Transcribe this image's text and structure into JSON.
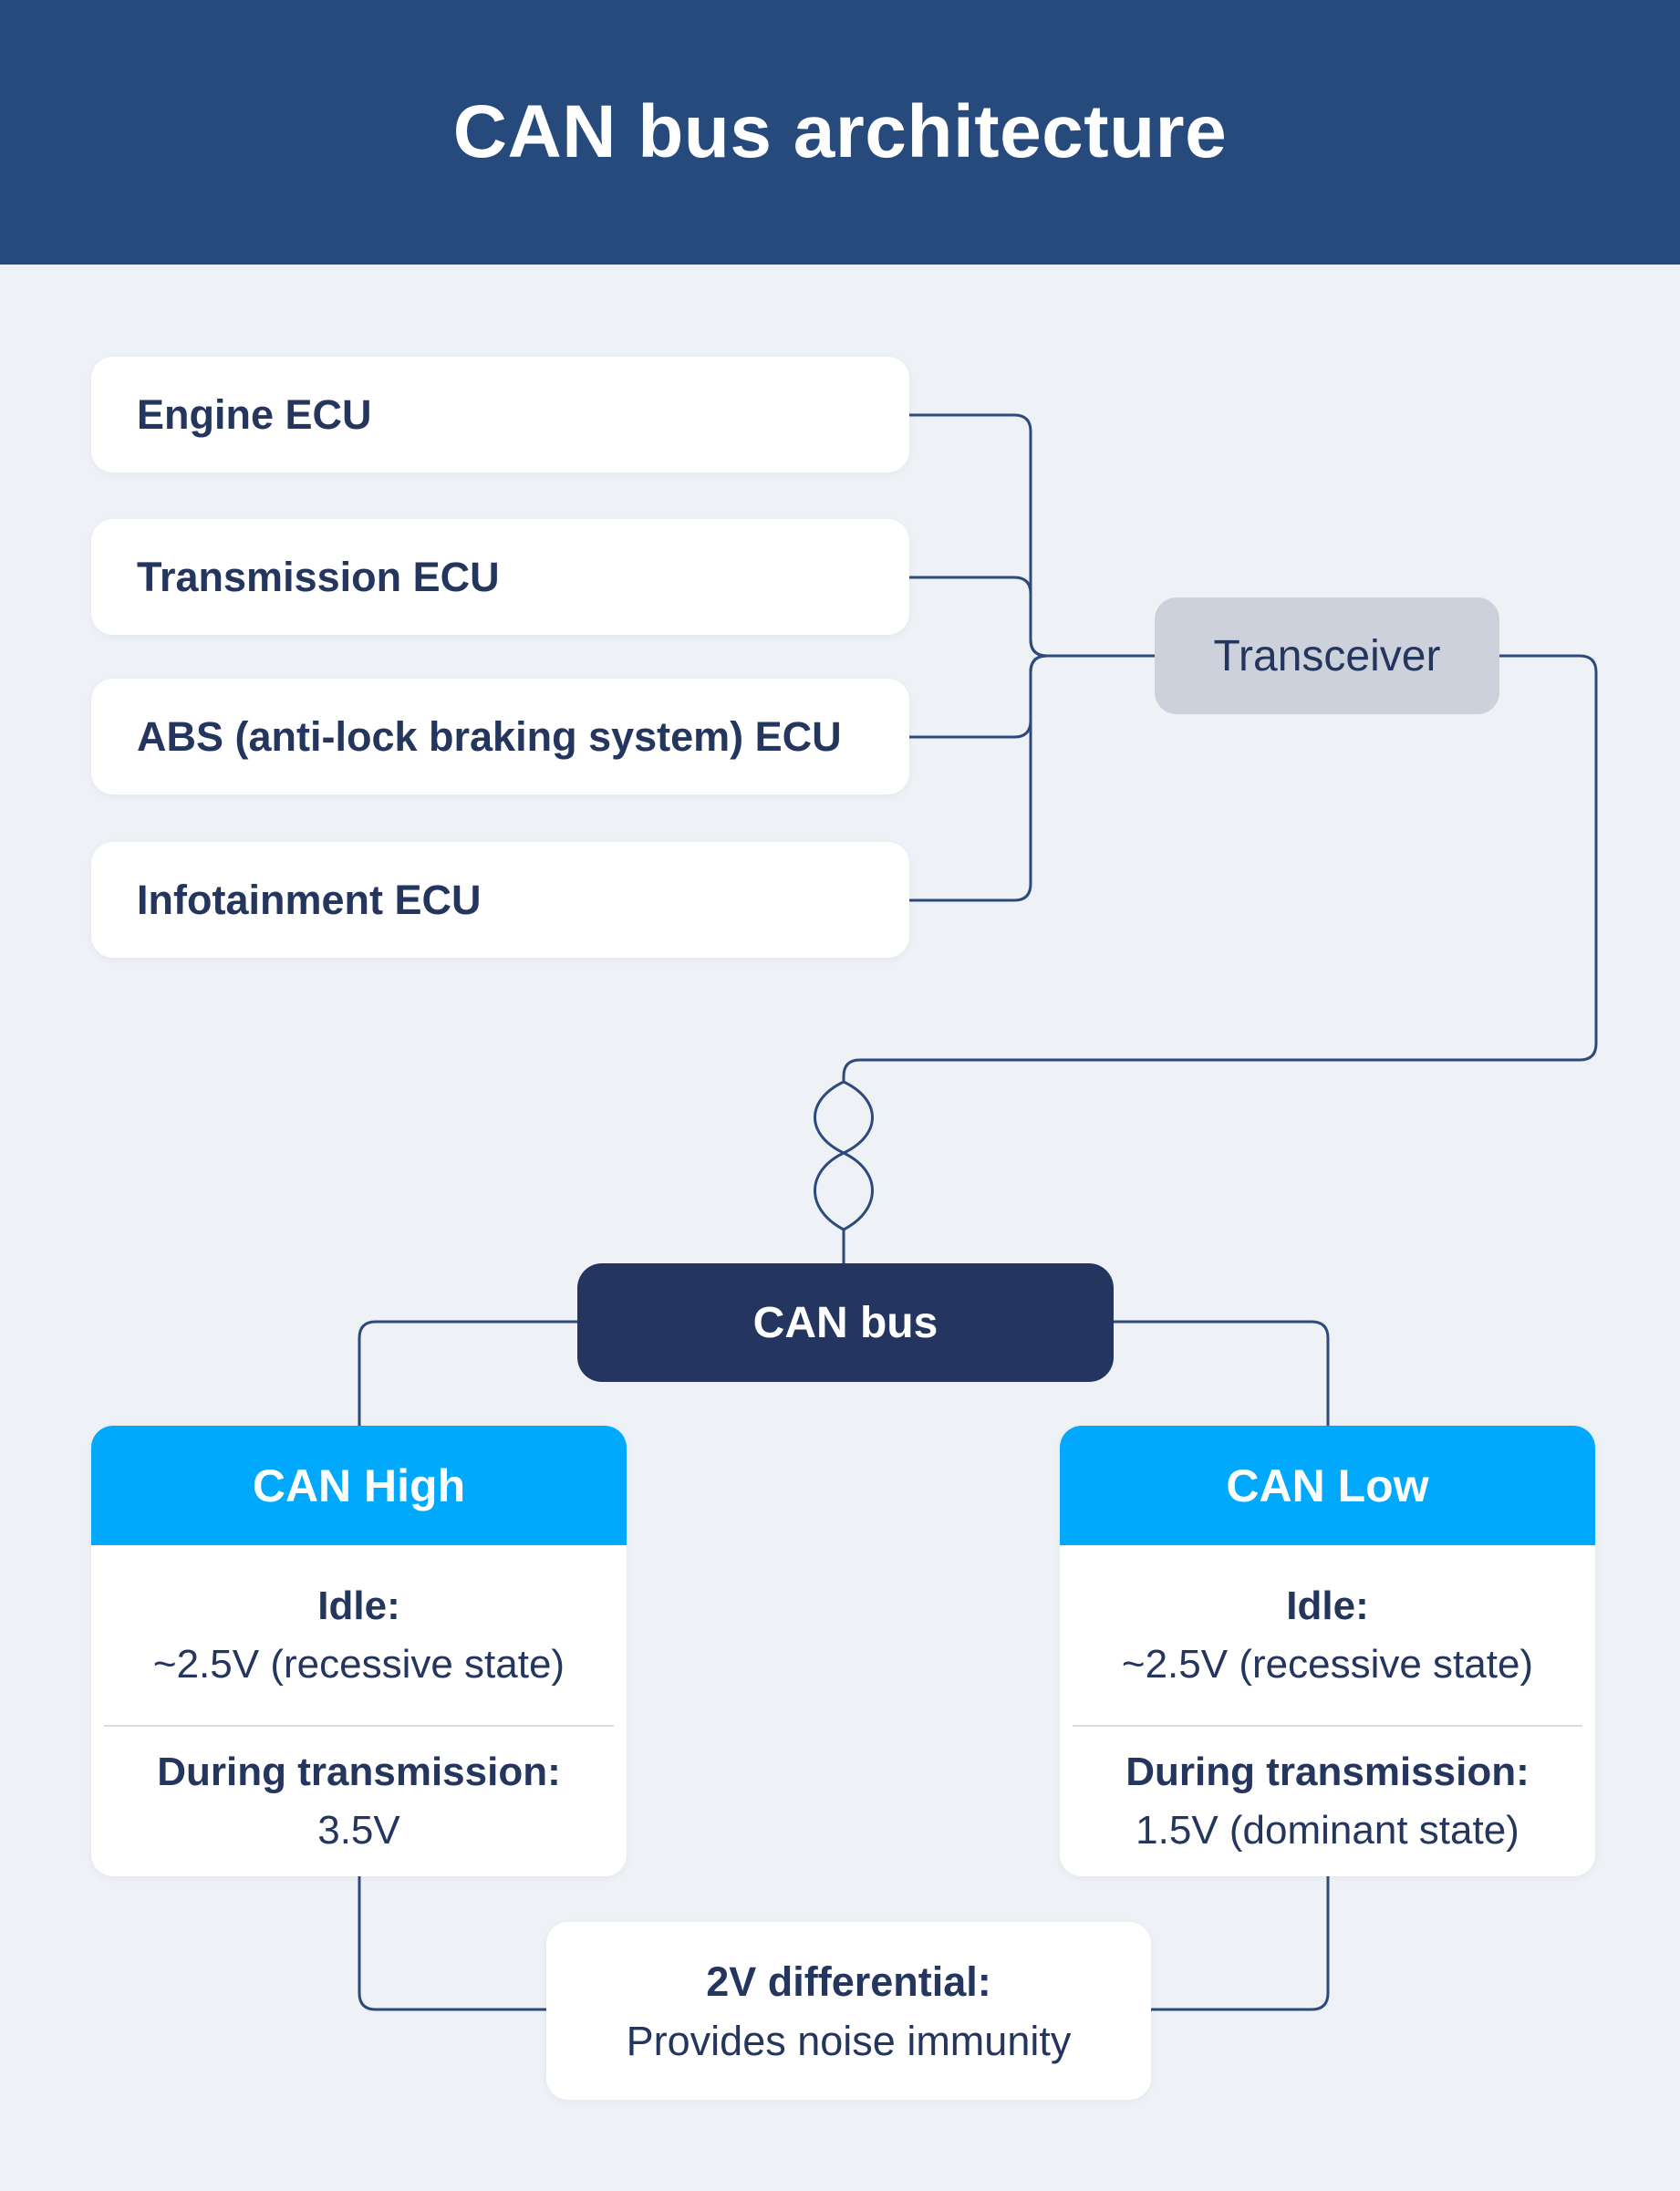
{
  "title": "CAN bus architecture",
  "ecus": [
    {
      "label": "Engine ECU"
    },
    {
      "label": "Transmission ECU"
    },
    {
      "label": "ABS (anti-lock braking system) ECU"
    },
    {
      "label": "Infotainment ECU"
    }
  ],
  "transceiver": {
    "label": "Transceiver"
  },
  "can_bus": {
    "label": "CAN bus"
  },
  "can_high": {
    "header": "CAN High",
    "idle_label": "Idle:",
    "idle_value": "~2.5V (recessive state)",
    "tx_label": "During transmission:",
    "tx_value": "3.5V"
  },
  "can_low": {
    "header": "CAN Low",
    "idle_label": "Idle:",
    "idle_value": "~2.5V (recessive state)",
    "tx_label": "During transmission:",
    "tx_value": "1.5V (dominant state)"
  },
  "differential": {
    "title": "2V differential:",
    "subtitle": "Provides noise immunity"
  },
  "colors": {
    "header_band": "#274a7d",
    "background": "#eef1f6",
    "white": "#ffffff",
    "card_header_cyan": "#00a9fb",
    "can_bus_navy": "#243660",
    "transceiver_gray": "#ccd1db",
    "text_navy": "#25365e",
    "line_blue": "#2d4b7a",
    "divider_gray": "#d8dce3"
  }
}
